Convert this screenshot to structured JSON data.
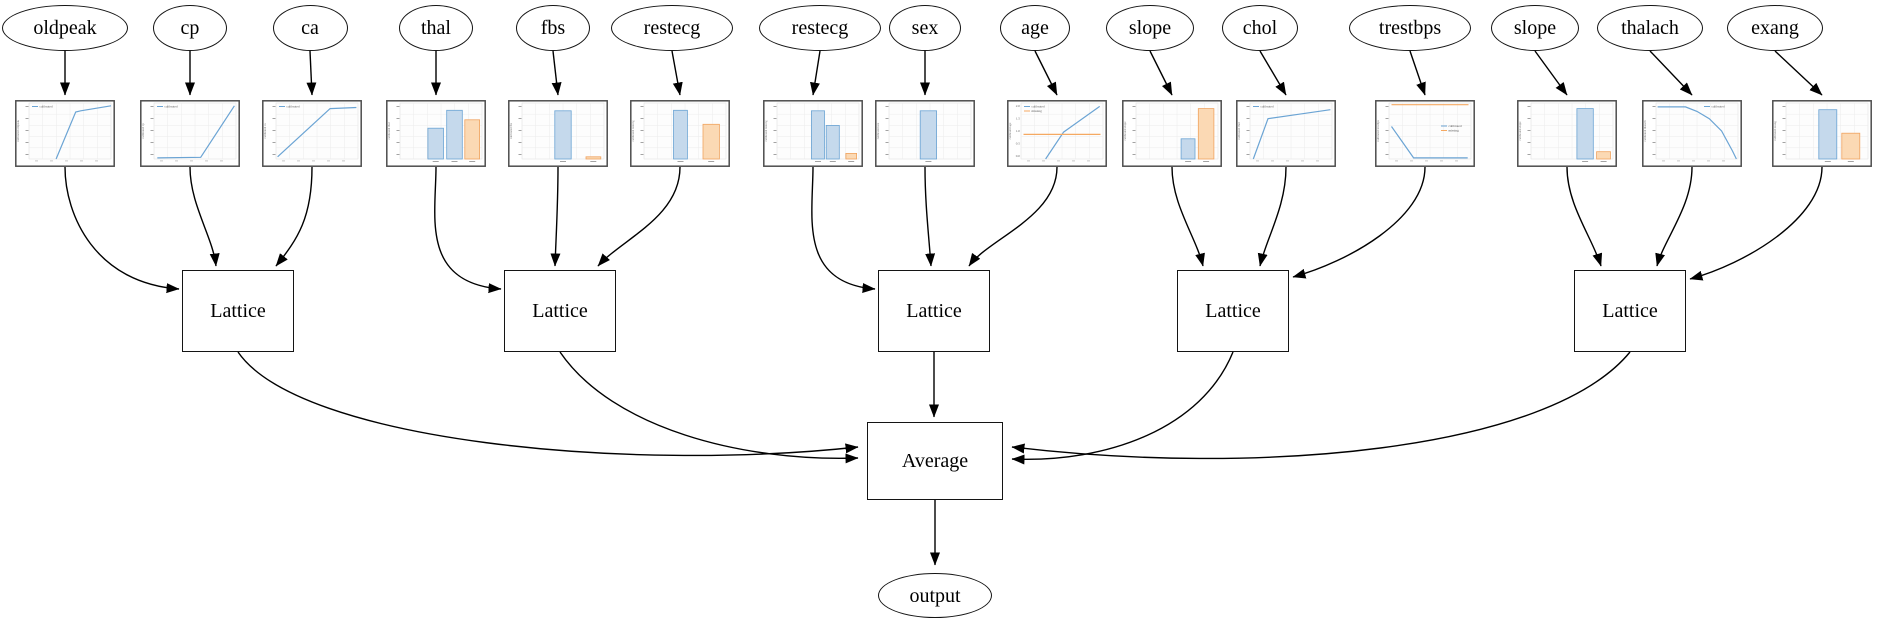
{
  "nodes": {
    "features": [
      {
        "label": "oldpeak"
      },
      {
        "label": "cp"
      },
      {
        "label": "ca"
      },
      {
        "label": "thal"
      },
      {
        "label": "fbs"
      },
      {
        "label": "restecg"
      },
      {
        "label": "restecg"
      },
      {
        "label": "sex"
      },
      {
        "label": "age"
      },
      {
        "label": "slope"
      },
      {
        "label": "chol"
      },
      {
        "label": "trestbps"
      },
      {
        "label": "slope"
      },
      {
        "label": "thalach"
      },
      {
        "label": "exang"
      }
    ],
    "lattices": [
      {
        "label": "Lattice"
      },
      {
        "label": "Lattice"
      },
      {
        "label": "Lattice"
      },
      {
        "label": "Lattice"
      },
      {
        "label": "Lattice"
      }
    ],
    "average": {
      "label": "Average"
    },
    "output": {
      "label": "output"
    }
  },
  "connections": {
    "calibrator_groups": [
      [
        0,
        1,
        2
      ],
      [
        3,
        4,
        5
      ],
      [
        6,
        7,
        8
      ],
      [
        9,
        10,
        11
      ],
      [
        12,
        13,
        14
      ]
    ],
    "lattices_feed": "Average",
    "average_feeds": "output"
  },
  "colors": {
    "edge": "#000000",
    "chart_frame": "#4d4d4d",
    "grid": "#ececec",
    "tick": "#999999",
    "blue_line": "#6ba4d4",
    "blue_fill": "#c5d9ec",
    "blue_edge": "#6ba4d4",
    "orange_line": "#f5a962",
    "orange_fill": "#fbd9b4",
    "orange_edge": "#f0a35f"
  },
  "chart_data": [
    {
      "feature": "oldpeak",
      "type": "line",
      "ylabel": "calibrated oldpeak",
      "legend": [
        "calibrated"
      ],
      "legend_pos": "tl",
      "series": [
        {
          "name": "calibrated",
          "color": "blue",
          "points": [
            [
              0.33,
              0.0
            ],
            [
              0.57,
              0.84
            ],
            [
              0.63,
              0.86
            ],
            [
              1.0,
              0.95
            ]
          ]
        }
      ]
    },
    {
      "feature": "cp",
      "type": "line",
      "ylabel": "calibrated cp",
      "legend": [
        "calibrated"
      ],
      "legend_pos": "tl",
      "series": [
        {
          "name": "calibrated",
          "color": "blue",
          "points": [
            [
              0.04,
              0.02
            ],
            [
              0.57,
              0.03
            ],
            [
              0.98,
              0.95
            ]
          ]
        }
      ]
    },
    {
      "feature": "ca",
      "type": "line",
      "ylabel": "calibrated ca",
      "legend": [
        "calibrated"
      ],
      "legend_pos": "tl",
      "series": [
        {
          "name": "calibrated",
          "color": "blue",
          "points": [
            [
              0.02,
              0.04
            ],
            [
              0.66,
              0.9
            ],
            [
              0.98,
              0.92
            ]
          ]
        }
      ]
    },
    {
      "feature": "thal",
      "type": "bar",
      "ylabel": "calibrated thal",
      "bars": [
        {
          "x0": 0.34,
          "x1": 0.53,
          "h": 0.55,
          "color": "blue"
        },
        {
          "x0": 0.57,
          "x1": 0.76,
          "h": 0.87,
          "color": "blue"
        },
        {
          "x0": 0.79,
          "x1": 0.97,
          "h": 0.7,
          "color": "orange"
        }
      ]
    },
    {
      "feature": "fbs",
      "type": "bar",
      "ylabel": "calibrated fbs",
      "bars": [
        {
          "x0": 0.4,
          "x1": 0.6,
          "h": 0.86,
          "color": "blue"
        },
        {
          "x0": 0.78,
          "x1": 0.96,
          "h": 0.04,
          "color": "orange"
        }
      ]
    },
    {
      "feature": "restecg",
      "type": "bar",
      "ylabel": "calibrated restecg",
      "bars": [
        {
          "x0": 0.36,
          "x1": 0.53,
          "h": 0.87,
          "color": "blue"
        },
        {
          "x0": 0.72,
          "x1": 0.92,
          "h": 0.62,
          "color": "orange"
        }
      ]
    },
    {
      "feature": "restecg",
      "type": "bar",
      "ylabel": "calibrated restecg",
      "bars": [
        {
          "x0": 0.42,
          "x1": 0.58,
          "h": 0.86,
          "color": "blue"
        },
        {
          "x0": 0.6,
          "x1": 0.76,
          "h": 0.6,
          "color": "blue"
        },
        {
          "x0": 0.84,
          "x1": 0.97,
          "h": 0.1,
          "color": "orange"
        }
      ]
    },
    {
      "feature": "sex",
      "type": "bar",
      "ylabel": "calibrated sex",
      "bars": [
        {
          "x0": 0.38,
          "x1": 0.58,
          "h": 0.86,
          "color": "blue"
        }
      ]
    },
    {
      "feature": "age",
      "type": "line",
      "ylabel": "calibrated age",
      "legend": [
        "calibrated",
        "missing"
      ],
      "legend_pos": "tl",
      "y_ticks": [
        "2.0",
        "1.5",
        "1.0",
        "0.5",
        "0.0"
      ],
      "series": [
        {
          "name": "calibrated",
          "color": "blue",
          "points": [
            [
              0.3,
              0.0
            ],
            [
              0.52,
              0.48
            ],
            [
              0.96,
              0.94
            ]
          ]
        },
        {
          "name": "missing",
          "color": "orange",
          "points": [
            [
              0.03,
              0.44
            ],
            [
              0.97,
              0.44
            ]
          ]
        }
      ]
    },
    {
      "feature": "slope",
      "type": "bar",
      "ylabel": "calibrated slope",
      "bars": [
        {
          "x0": 0.55,
          "x1": 0.72,
          "h": 0.36,
          "color": "blue"
        },
        {
          "x0": 0.76,
          "x1": 0.95,
          "h": 0.9,
          "color": "orange"
        }
      ]
    },
    {
      "feature": "chol",
      "type": "line",
      "ylabel": "calibrated chol",
      "legend": [
        "calibrated"
      ],
      "legend_pos": "tl",
      "series": [
        {
          "name": "calibrated",
          "color": "blue",
          "points": [
            [
              0.04,
              0.0
            ],
            [
              0.22,
              0.72
            ],
            [
              0.6,
              0.8
            ],
            [
              0.98,
              0.88
            ]
          ]
        }
      ]
    },
    {
      "feature": "trestbps",
      "type": "line",
      "ylabel": "calibrated trestbps",
      "legend": [
        "calibrated",
        "missing"
      ],
      "legend_pos": "r",
      "series": [
        {
          "name": "calibrated",
          "color": "blue",
          "points": [
            [
              0.03,
              0.58
            ],
            [
              0.3,
              0.02
            ],
            [
              0.96,
              0.02
            ]
          ]
        },
        {
          "name": "missing",
          "color": "orange",
          "points": [
            [
              0.03,
              0.97
            ],
            [
              0.97,
              0.97
            ]
          ]
        }
      ]
    },
    {
      "feature": "slope",
      "type": "bar",
      "ylabel": "calibrated slope",
      "bars": [
        {
          "x0": 0.56,
          "x1": 0.76,
          "h": 0.9,
          "color": "blue"
        },
        {
          "x0": 0.8,
          "x1": 0.97,
          "h": 0.13,
          "color": "orange"
        }
      ]
    },
    {
      "feature": "thalach",
      "type": "line",
      "ylabel": "calibrated thalach",
      "legend": [
        "calibrated"
      ],
      "legend_pos": "tr",
      "series": [
        {
          "name": "calibrated",
          "color": "blue",
          "points": [
            [
              0.02,
              0.93
            ],
            [
              0.36,
              0.93
            ],
            [
              0.5,
              0.85
            ],
            [
              0.65,
              0.72
            ],
            [
              0.8,
              0.5
            ],
            [
              0.93,
              0.15
            ],
            [
              0.98,
              0.0
            ]
          ]
        }
      ]
    },
    {
      "feature": "exang",
      "type": "bar",
      "ylabel": "calibrated exang",
      "bars": [
        {
          "x0": 0.4,
          "x1": 0.62,
          "h": 0.88,
          "color": "blue"
        },
        {
          "x0": 0.68,
          "x1": 0.9,
          "h": 0.46,
          "color": "orange"
        }
      ]
    }
  ]
}
